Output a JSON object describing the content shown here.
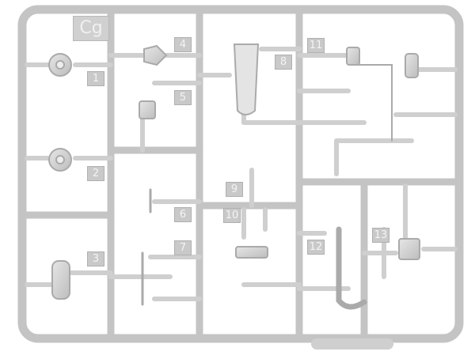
{
  "sprue": {
    "code": "Cg",
    "part_numbers": [
      "1",
      "2",
      "3",
      "4",
      "5",
      "6",
      "7",
      "8",
      "9",
      "10",
      "11",
      "12",
      "13"
    ],
    "plastic_color": "#d6d6d6"
  }
}
